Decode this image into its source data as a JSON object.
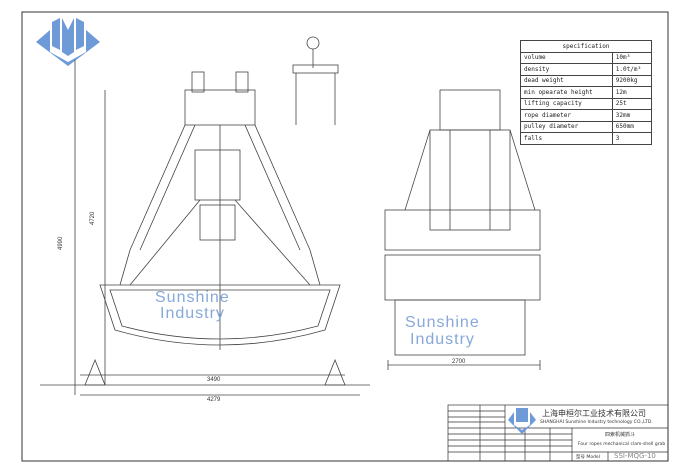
{
  "specification": {
    "title": "specification",
    "rows": [
      {
        "label": "volume",
        "value": "10m³"
      },
      {
        "label": "density",
        "value": "1.0t/m³"
      },
      {
        "label": "dead weight",
        "value": "9200kg"
      },
      {
        "label": "min opearate height",
        "value": "12m"
      },
      {
        "label": "lifting capacity",
        "value": "25t"
      },
      {
        "label": "rope diameter",
        "value": "32mm"
      },
      {
        "label": "pulley diameter",
        "value": "650mm"
      },
      {
        "label": "falls",
        "value": "3"
      }
    ]
  },
  "watermark": {
    "line1": "Sunshine",
    "line2": "Industry"
  },
  "dimensions": {
    "overall_height": "4990",
    "inner_height": "4720",
    "open_width_inner": "3490",
    "open_width_outer": "4279",
    "side_width": "2700"
  },
  "title_block": {
    "company_cn": "上海申桓尔工业技术有限公司",
    "company_en": "SHANGHAI Sunshine Industry technology CO.,LTD.",
    "product_cn": "四索机械抓斗",
    "product_en": "Four ropes mechanical clam-shell grab",
    "model_label": "型号 Model",
    "model": "SSI-MQG-10"
  },
  "colors": {
    "logo": "#6f9ad8",
    "watermark": "#7a9fd6",
    "line": "#444444"
  }
}
